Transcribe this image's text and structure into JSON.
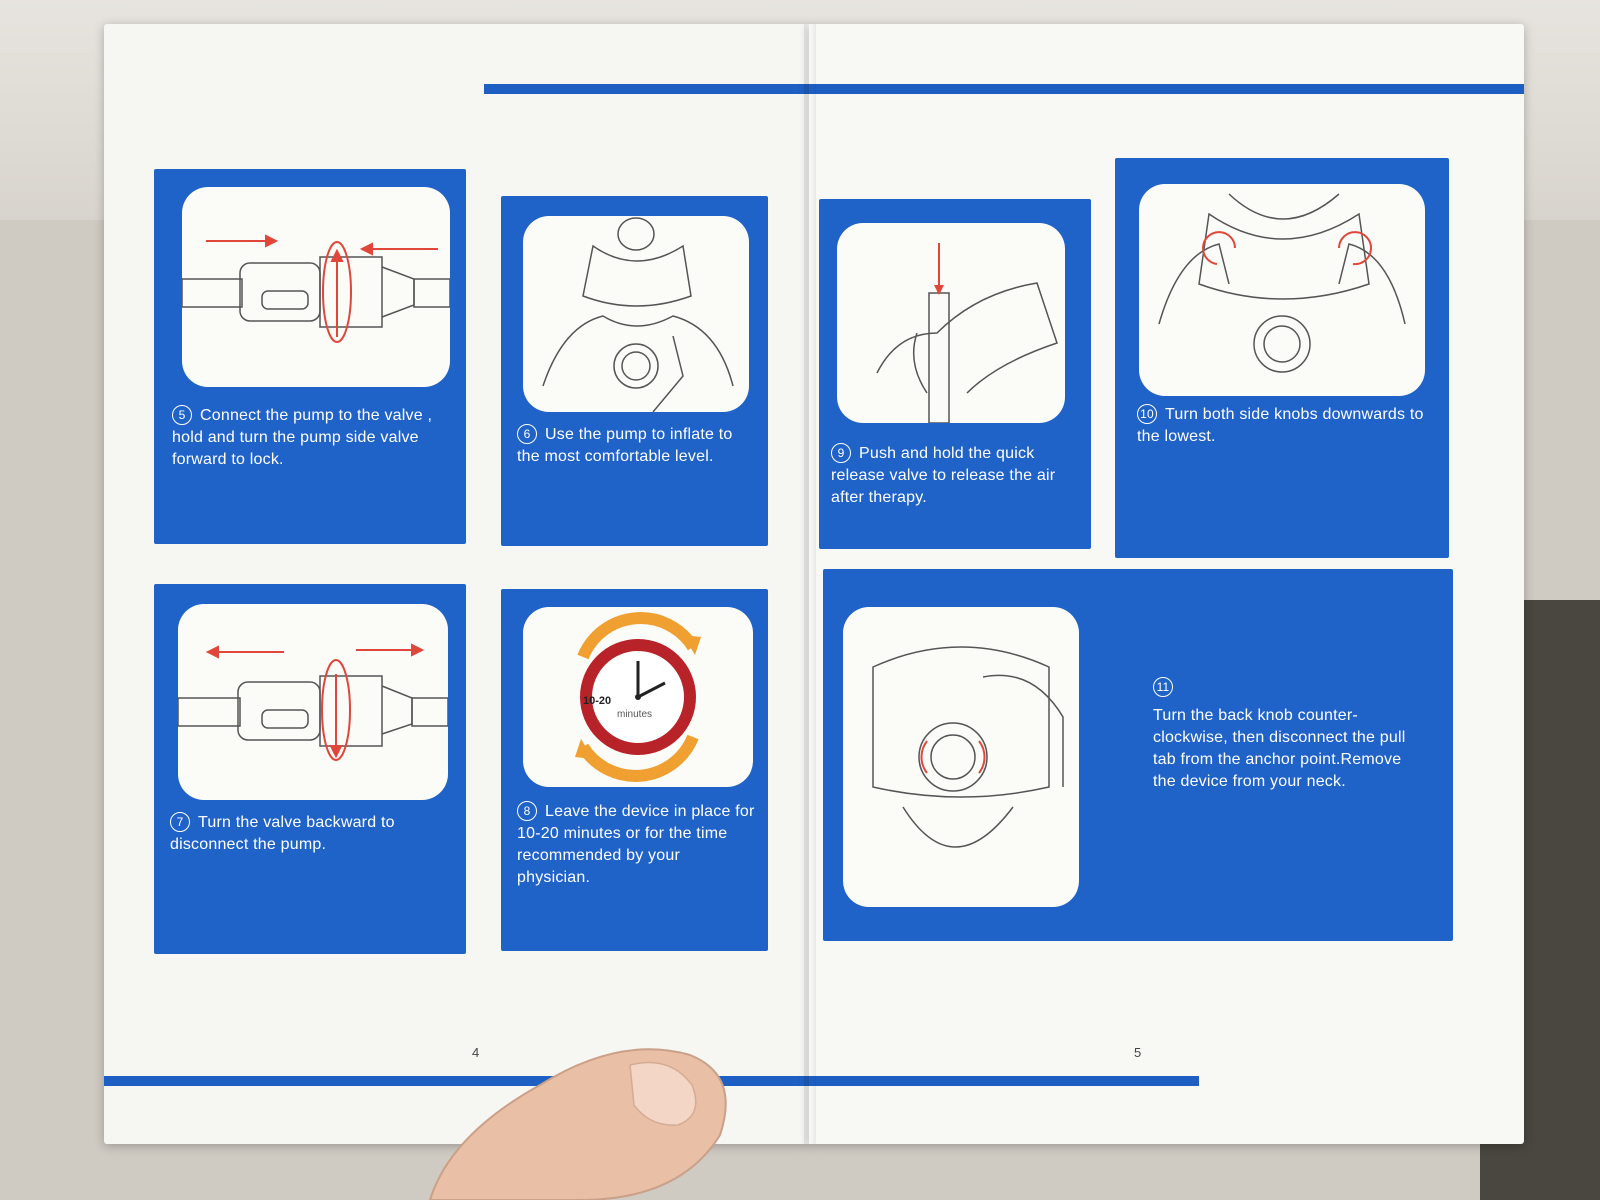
{
  "pages": {
    "left_number": "4",
    "right_number": "5"
  },
  "steps": [
    {
      "num": "5",
      "text": "Connect the pump to the valve , hold and turn the pump side valve forward to lock."
    },
    {
      "num": "6",
      "text": "Use the pump to inflate to the most comfortable level."
    },
    {
      "num": "7",
      "text": "Turn the valve backward to disconnect the pump."
    },
    {
      "num": "8",
      "text": "Leave the device in place for 10-20 minutes or for the time recommended by your physician."
    },
    {
      "num": "9",
      "text": "Push and hold the quick release valve to release the air after therapy."
    },
    {
      "num": "10",
      "text": "Turn both side knobs downwards to the lowest."
    },
    {
      "num": "11",
      "text": "Turn the back knob counter-clockwise, then disconnect the pull tab from the anchor point.Remove the device from your neck."
    }
  ],
  "clock": {
    "range": "10-20",
    "unit": "minutes"
  },
  "colors": {
    "card_blue": "#1f63c8",
    "stripe_blue": "#1e5fc4",
    "arrow_red": "#e0473a",
    "clock_red": "#b8232a",
    "clock_orange": "#f0a030"
  }
}
